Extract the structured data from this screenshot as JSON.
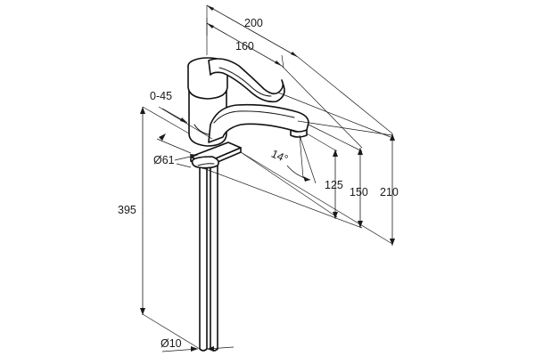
{
  "drawing": {
    "dimensions": {
      "overall_reach": "200",
      "handle_reach": "160",
      "handle_angle": "0-45",
      "base_diameter": "Ø61",
      "spout_tilt": "14°",
      "outlet_height": "125",
      "spout_height": "150",
      "total_height": "210",
      "tube_length": "395",
      "tube_diameter": "Ø10"
    }
  }
}
